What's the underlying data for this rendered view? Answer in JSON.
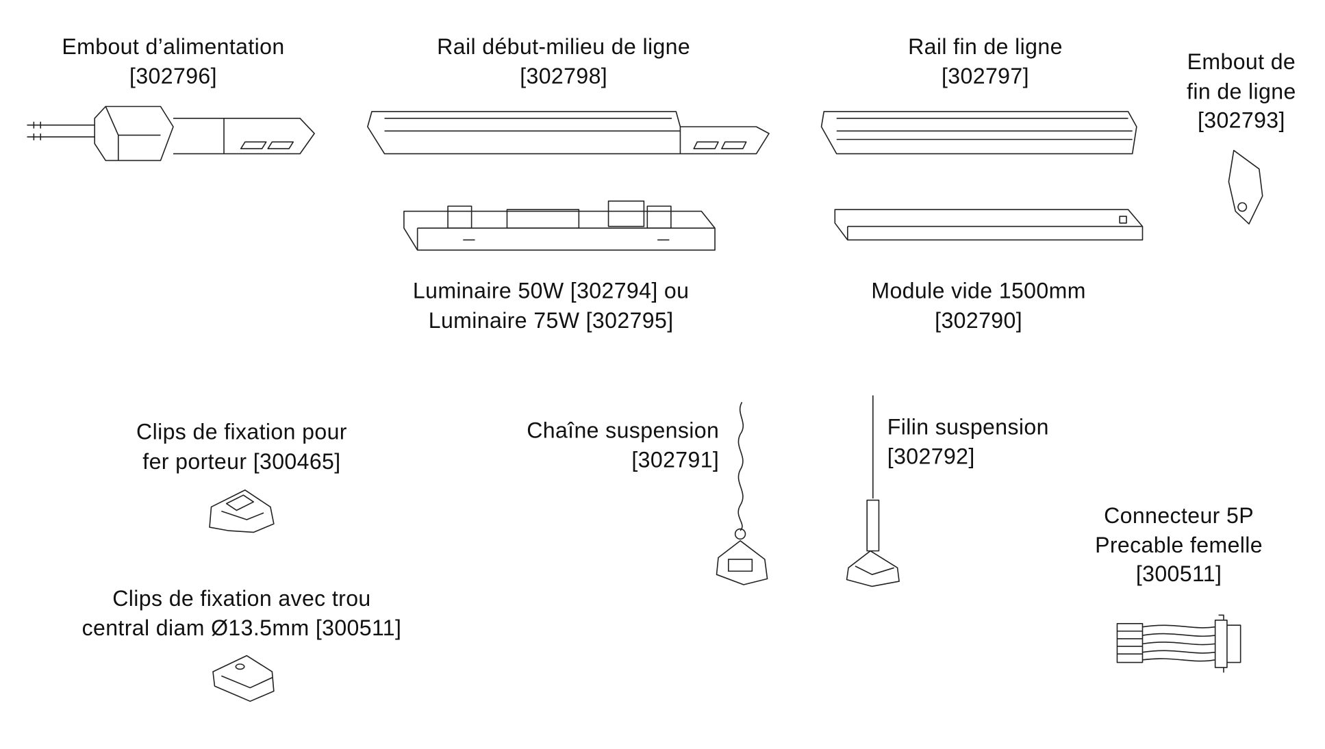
{
  "parts": [
    {
      "id": "embout-alimentation",
      "lines": [
        "Embout d’alimentation",
        "[302796]"
      ]
    },
    {
      "id": "rail-debut-milieu",
      "lines": [
        "Rail début-milieu de ligne",
        "[302798]"
      ]
    },
    {
      "id": "rail-fin",
      "lines": [
        "Rail fin de ligne",
        "[302797]"
      ]
    },
    {
      "id": "embout-fin",
      "lines": [
        "Embout de",
        "fin de ligne",
        "[302793]"
      ]
    },
    {
      "id": "luminaire",
      "lines": [
        "Luminaire 50W [302794] ou",
        "Luminaire 75W [302795]"
      ]
    },
    {
      "id": "module-vide",
      "lines": [
        "Module vide 1500mm",
        "[302790]"
      ]
    },
    {
      "id": "clips-fer-porteur",
      "lines": [
        "Clips de fixation pour",
        "fer porteur [300465]"
      ]
    },
    {
      "id": "chaine-suspension",
      "lines": [
        "Chaîne suspension",
        "[302791]"
      ]
    },
    {
      "id": "filin-suspension",
      "lines": [
        "Filin suspension",
        "[302792]"
      ]
    },
    {
      "id": "connecteur-5p",
      "lines": [
        "Connecteur 5P",
        "Precable femelle",
        "[300511]"
      ]
    },
    {
      "id": "clips-trou-central",
      "lines": [
        "Clips de fixation avec trou",
        "central diam Ø13.5mm [300511]"
      ]
    }
  ]
}
